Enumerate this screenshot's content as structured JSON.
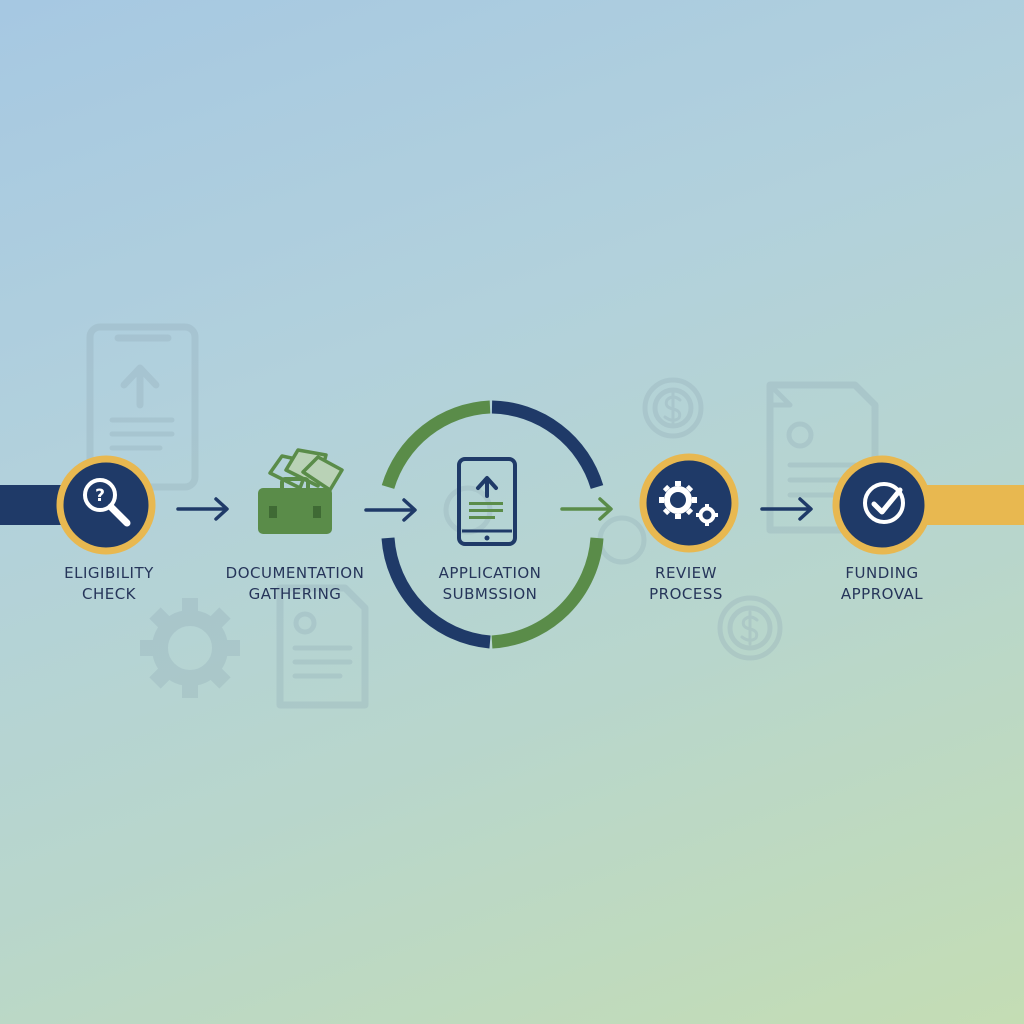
{
  "palette": {
    "navy": "#1f3a68",
    "green": "#5a8c49",
    "gold": "#e8b850",
    "ghost": "#93adb8"
  },
  "steps": [
    {
      "line1": "ELIGIBILITY",
      "line2": "CHECK",
      "icon": "magnifier-question-icon"
    },
    {
      "line1": "DOCUMENTATION",
      "line2": "GATHERING",
      "icon": "briefcase-documents-icon"
    },
    {
      "line1": "APPLICATION",
      "line2": "SUBMSSION",
      "icon": "tablet-upload-icon"
    },
    {
      "line1": "REVIEW",
      "line2": "PROCESS",
      "icon": "gears-icon"
    },
    {
      "line1": "FUNDING",
      "line2": "APPROVAL",
      "icon": "checkmark-icon"
    }
  ]
}
